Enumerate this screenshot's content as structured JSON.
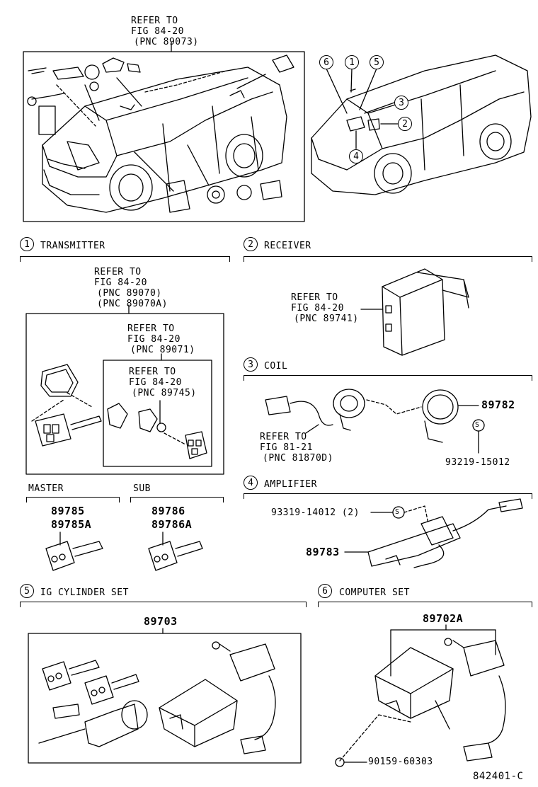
{
  "overview": {
    "refer_line1": "REFER TO",
    "refer_line2": "FIG 84-20",
    "refer_line3": "(PNC 89073)",
    "callouts": [
      "6",
      "1",
      "5",
      "3",
      "2",
      "4"
    ]
  },
  "sections": {
    "s1": {
      "num": "1",
      "title": "TRANSMITTER",
      "refA": [
        "REFER TO",
        "FIG 84-20",
        "(PNC 89070)",
        "(PNC 89070A)"
      ],
      "refB": [
        "REFER TO",
        "FIG 84-20",
        "(PNC 89071)"
      ],
      "refC": [
        "REFER TO",
        "FIG 84-20",
        "(PNC 89745)"
      ]
    },
    "s2": {
      "num": "2",
      "title": "RECEIVER",
      "ref": [
        "REFER TO",
        "FIG 84-20",
        "(PNC 89741)"
      ]
    },
    "s3": {
      "num": "3",
      "title": "COIL",
      "ref": [
        "REFER TO",
        "FIG 81-21",
        "(PNC 81870D)"
      ],
      "part_a": "89782",
      "part_b": "93219-15012",
      "s_mark": "S"
    },
    "s4": {
      "num": "4",
      "title": "AMPLIFIER",
      "part_a": "93319-14012 (2)",
      "part_b": "89783",
      "s_mark": "S"
    },
    "master": {
      "title": "MASTER",
      "p1": "89785",
      "p2": "89785A"
    },
    "sub": {
      "title": "SUB",
      "p1": "89786",
      "p2": "89786A"
    },
    "s5": {
      "num": "5",
      "title": "IG CYLINDER SET",
      "part": "89703"
    },
    "s6": {
      "num": "6",
      "title": "COMPUTER SET",
      "part": "89702A",
      "screw": "90159-60303"
    }
  },
  "footer": {
    "code": "842401-C"
  }
}
